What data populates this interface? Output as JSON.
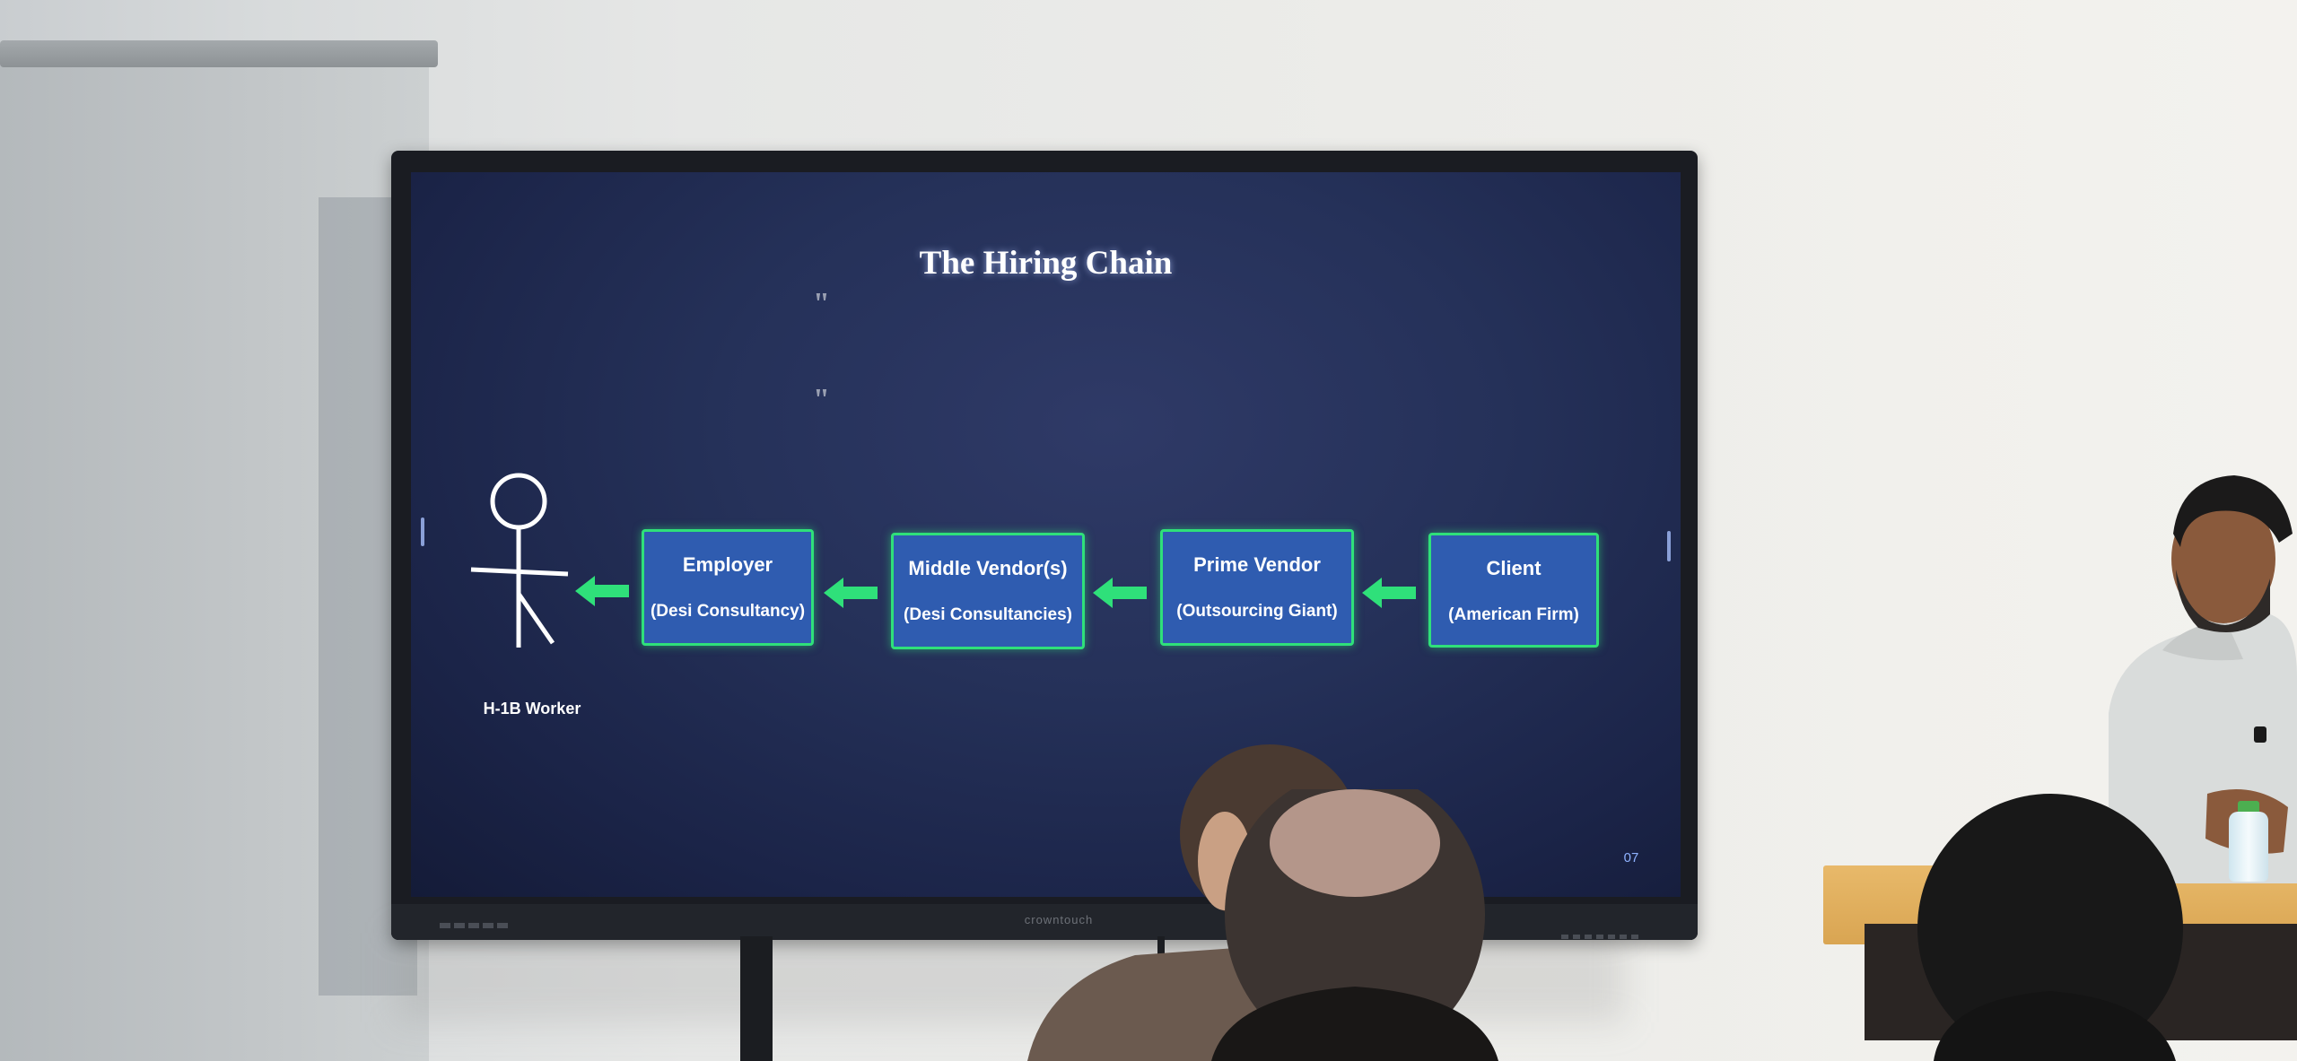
{
  "slide": {
    "title": "The Hiring Chain",
    "quote_marks": [
      "\"",
      "\""
    ],
    "worker_label": "H-1B Worker",
    "page_number": "07",
    "chain": [
      {
        "title": "Employer",
        "subtitle": "(Desi Consultancy)"
      },
      {
        "title": "Middle Vendor(s)",
        "subtitle": "(Desi Consultancies)"
      },
      {
        "title": "Prime Vendor",
        "subtitle": "(Outsourcing Giant)"
      },
      {
        "title": "Client",
        "subtitle": "(American Firm)"
      }
    ]
  },
  "tv": {
    "brand": "crowntouch"
  },
  "colors": {
    "slide_background": "#222c55",
    "box_fill": "#2f5cb0",
    "box_border": "#2fe07a",
    "arrow": "#2fe07a",
    "text": "#ffffff"
  },
  "icons": [
    "stick-figure-icon",
    "left-arrow-icon"
  ]
}
